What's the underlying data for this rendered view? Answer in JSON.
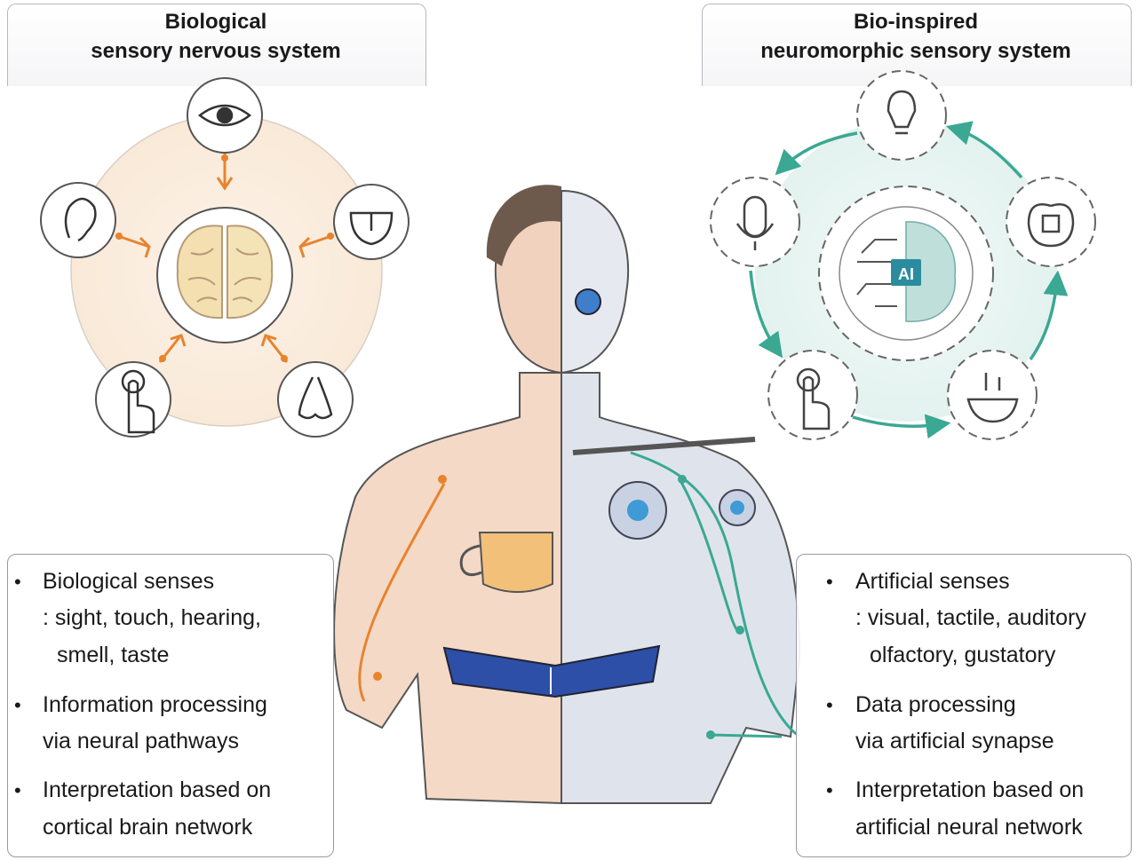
{
  "left_title": [
    "Biological",
    "sensory nervous system"
  ],
  "right_title": [
    "Bio-inspired",
    "neuromorphic sensory system"
  ],
  "left_bullets": [
    {
      "lines": [
        "Biological senses",
        ": sight, touch, hearing,",
        "  smell, taste"
      ]
    },
    {
      "lines": [
        "Information processing",
        "via neural pathways"
      ]
    },
    {
      "lines": [
        "Interpretation based on",
        "cortical brain network"
      ]
    }
  ],
  "right_bullets": [
    {
      "lines": [
        "Artificial senses",
        ": visual, tactile, auditory",
        "  olfactory, gustatory"
      ]
    },
    {
      "lines": [
        "Data processing",
        "via artificial synapse"
      ]
    },
    {
      "lines": [
        "Interpretation based on",
        "artificial neural network"
      ]
    }
  ],
  "ai_label": "AI",
  "bullet_char": "•",
  "icons": {
    "left": [
      "eye-icon",
      "ear-icon",
      "tongue-icon",
      "touch-finger-icon",
      "nose-icon",
      "brain-icon"
    ],
    "right": [
      "lightbulb-icon",
      "microphone-icon",
      "apple-chip-icon",
      "touch-sensor-icon",
      "bowl-sensor-icon",
      "ai-brain-icon"
    ]
  },
  "colors": {
    "orange": "#e8832e",
    "teal": "#3aa893",
    "peach": "#fbeee0",
    "mint": "#e6f3f1"
  }
}
